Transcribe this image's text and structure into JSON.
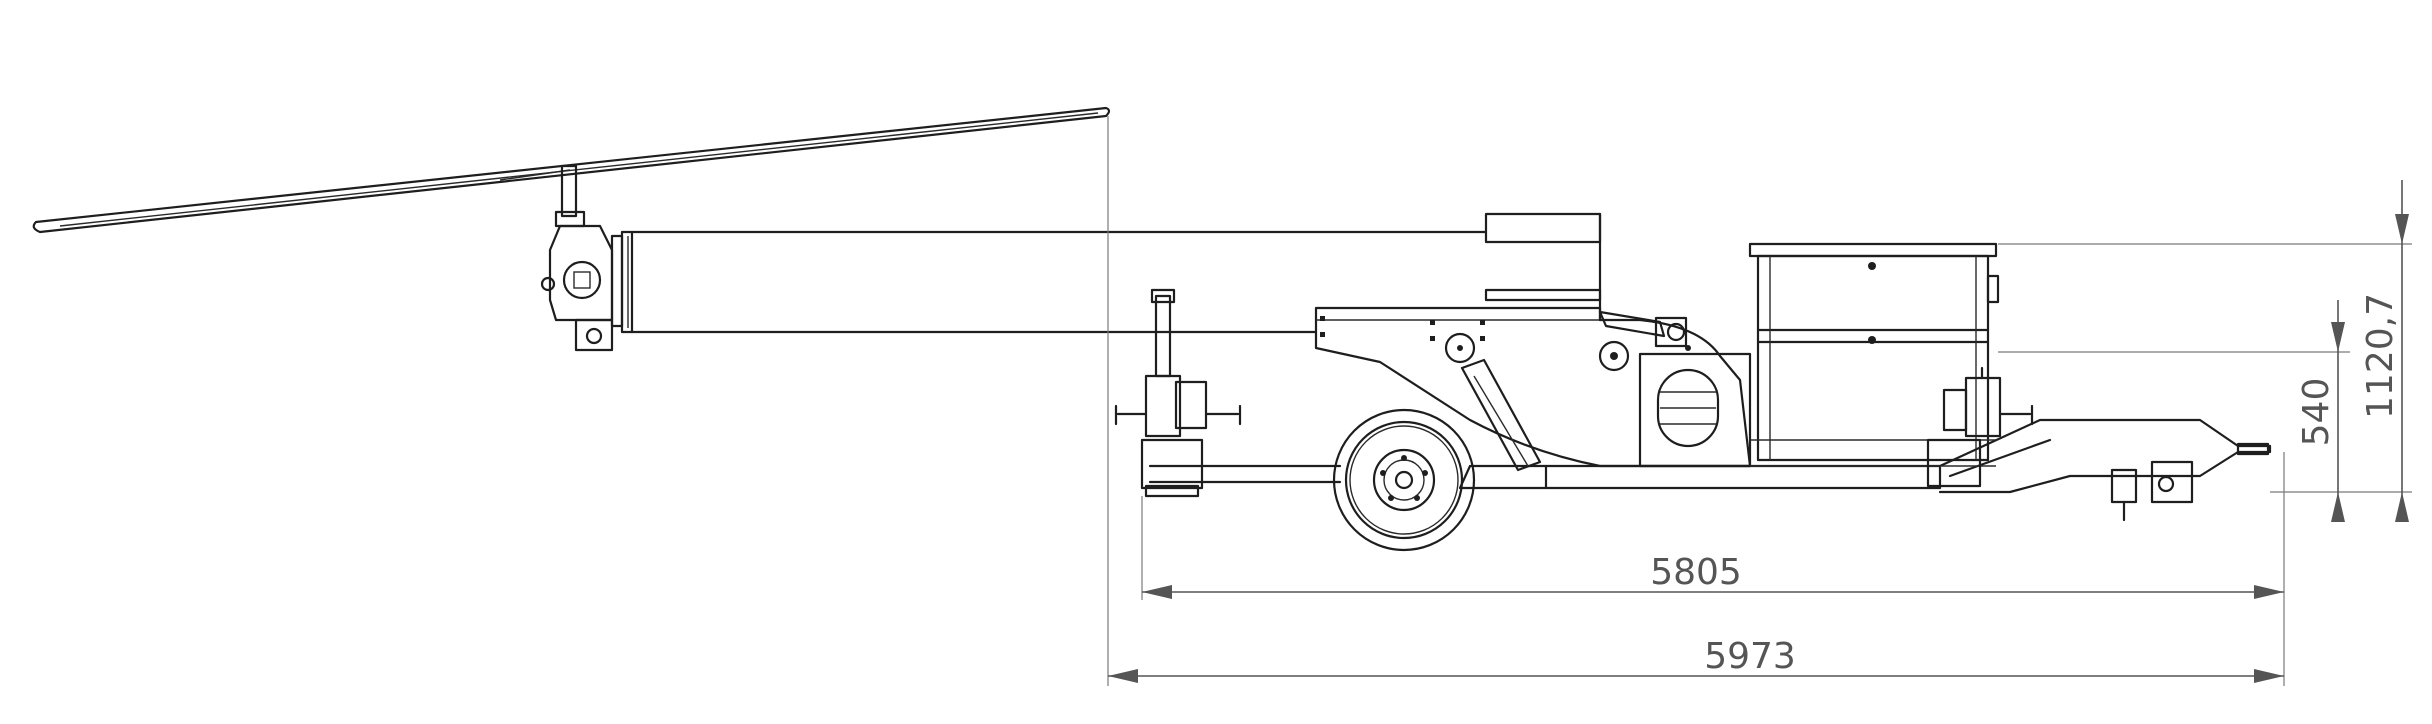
{
  "dimensions": {
    "overall_length": "5973",
    "chassis_length": "5805",
    "height": "1120,7",
    "hitch_height": "540"
  }
}
